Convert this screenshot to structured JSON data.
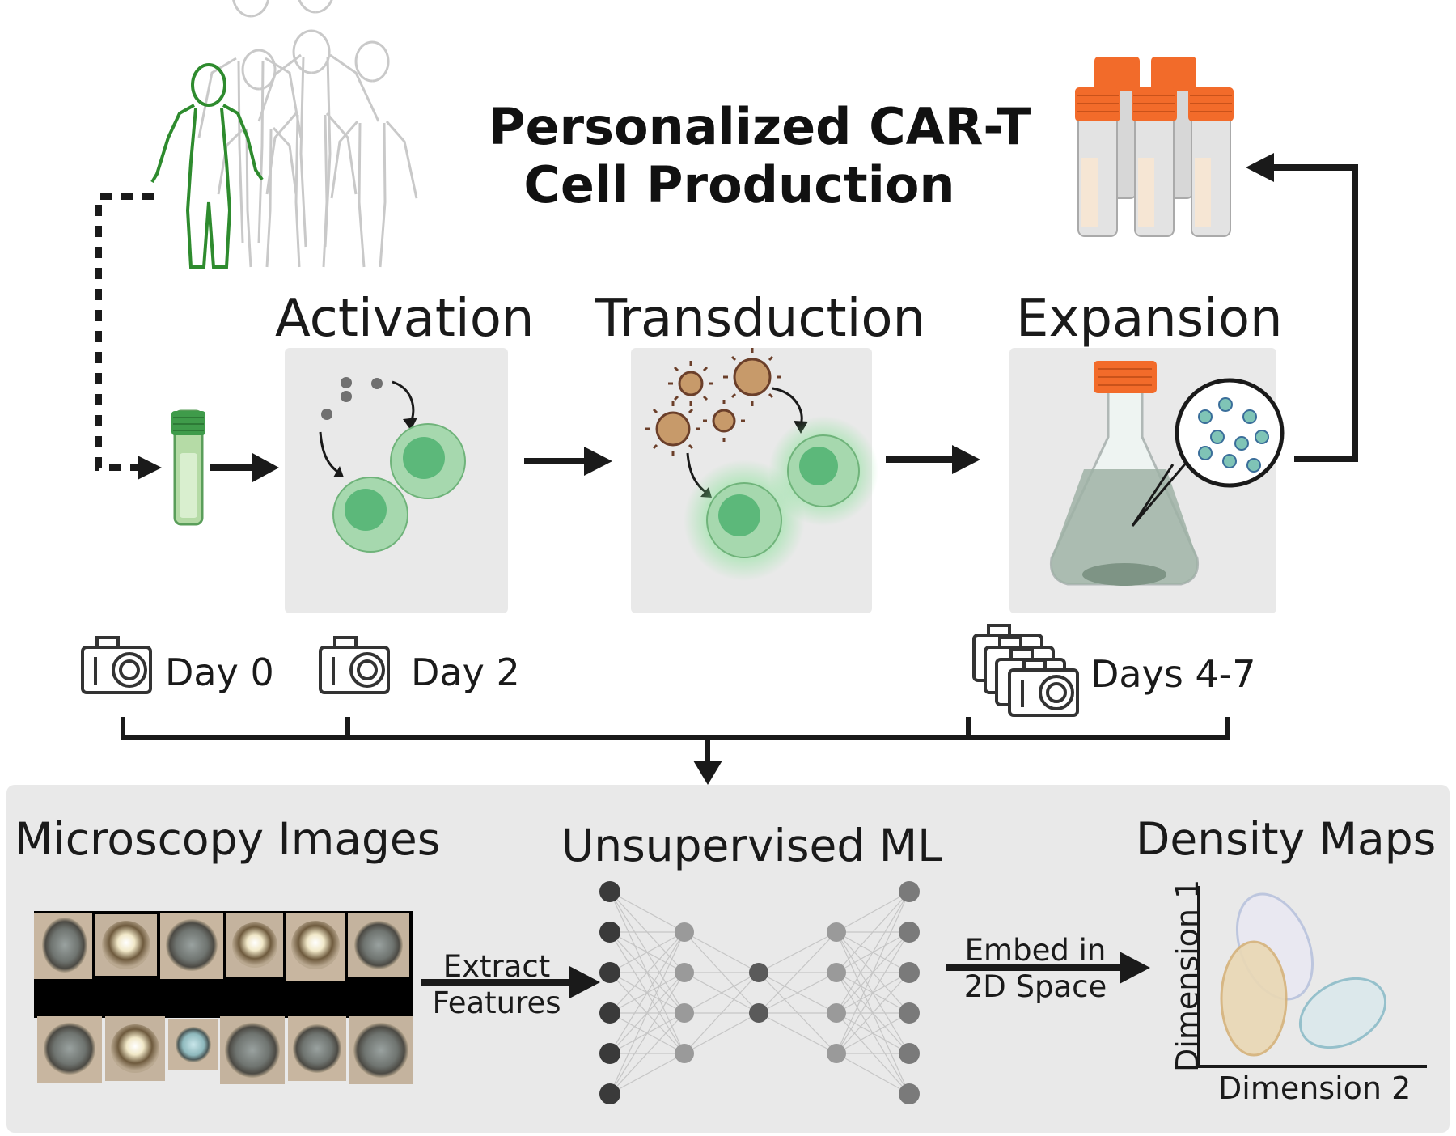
{
  "title": {
    "line1": "Personalized CAR-T",
    "line2": "Cell Production"
  },
  "stages": {
    "activation": "Activation",
    "transduction": "Transduction",
    "expansion": "Expansion"
  },
  "days": {
    "day0": "Day 0",
    "day2": "Day 2",
    "days47": "Days 4-7"
  },
  "pipeline": {
    "microscopy": "Microscopy Images",
    "extract": {
      "line1": "Extract",
      "line2": "Features"
    },
    "ml": "Unsupervised ML",
    "embed": {
      "line1": "Embed in",
      "line2": "2D Space"
    },
    "density": "Density Maps",
    "dim1": "Dimension 1",
    "dim2": "Dimension 2"
  },
  "colors": {
    "panel": "#e9e9e9",
    "cell_green": "#5cb87a",
    "virus_tan": "#c79a6a",
    "cap_orange": "#f26b2a",
    "patient_green": "#2e8b2e",
    "arrow": "#1a1a1a"
  },
  "icons": [
    "person-silhouette-icon",
    "test-tube-icon",
    "camera-icon",
    "flask-icon",
    "vial-icon",
    "virus-icon",
    "cell-icon",
    "neural-network-icon"
  ]
}
